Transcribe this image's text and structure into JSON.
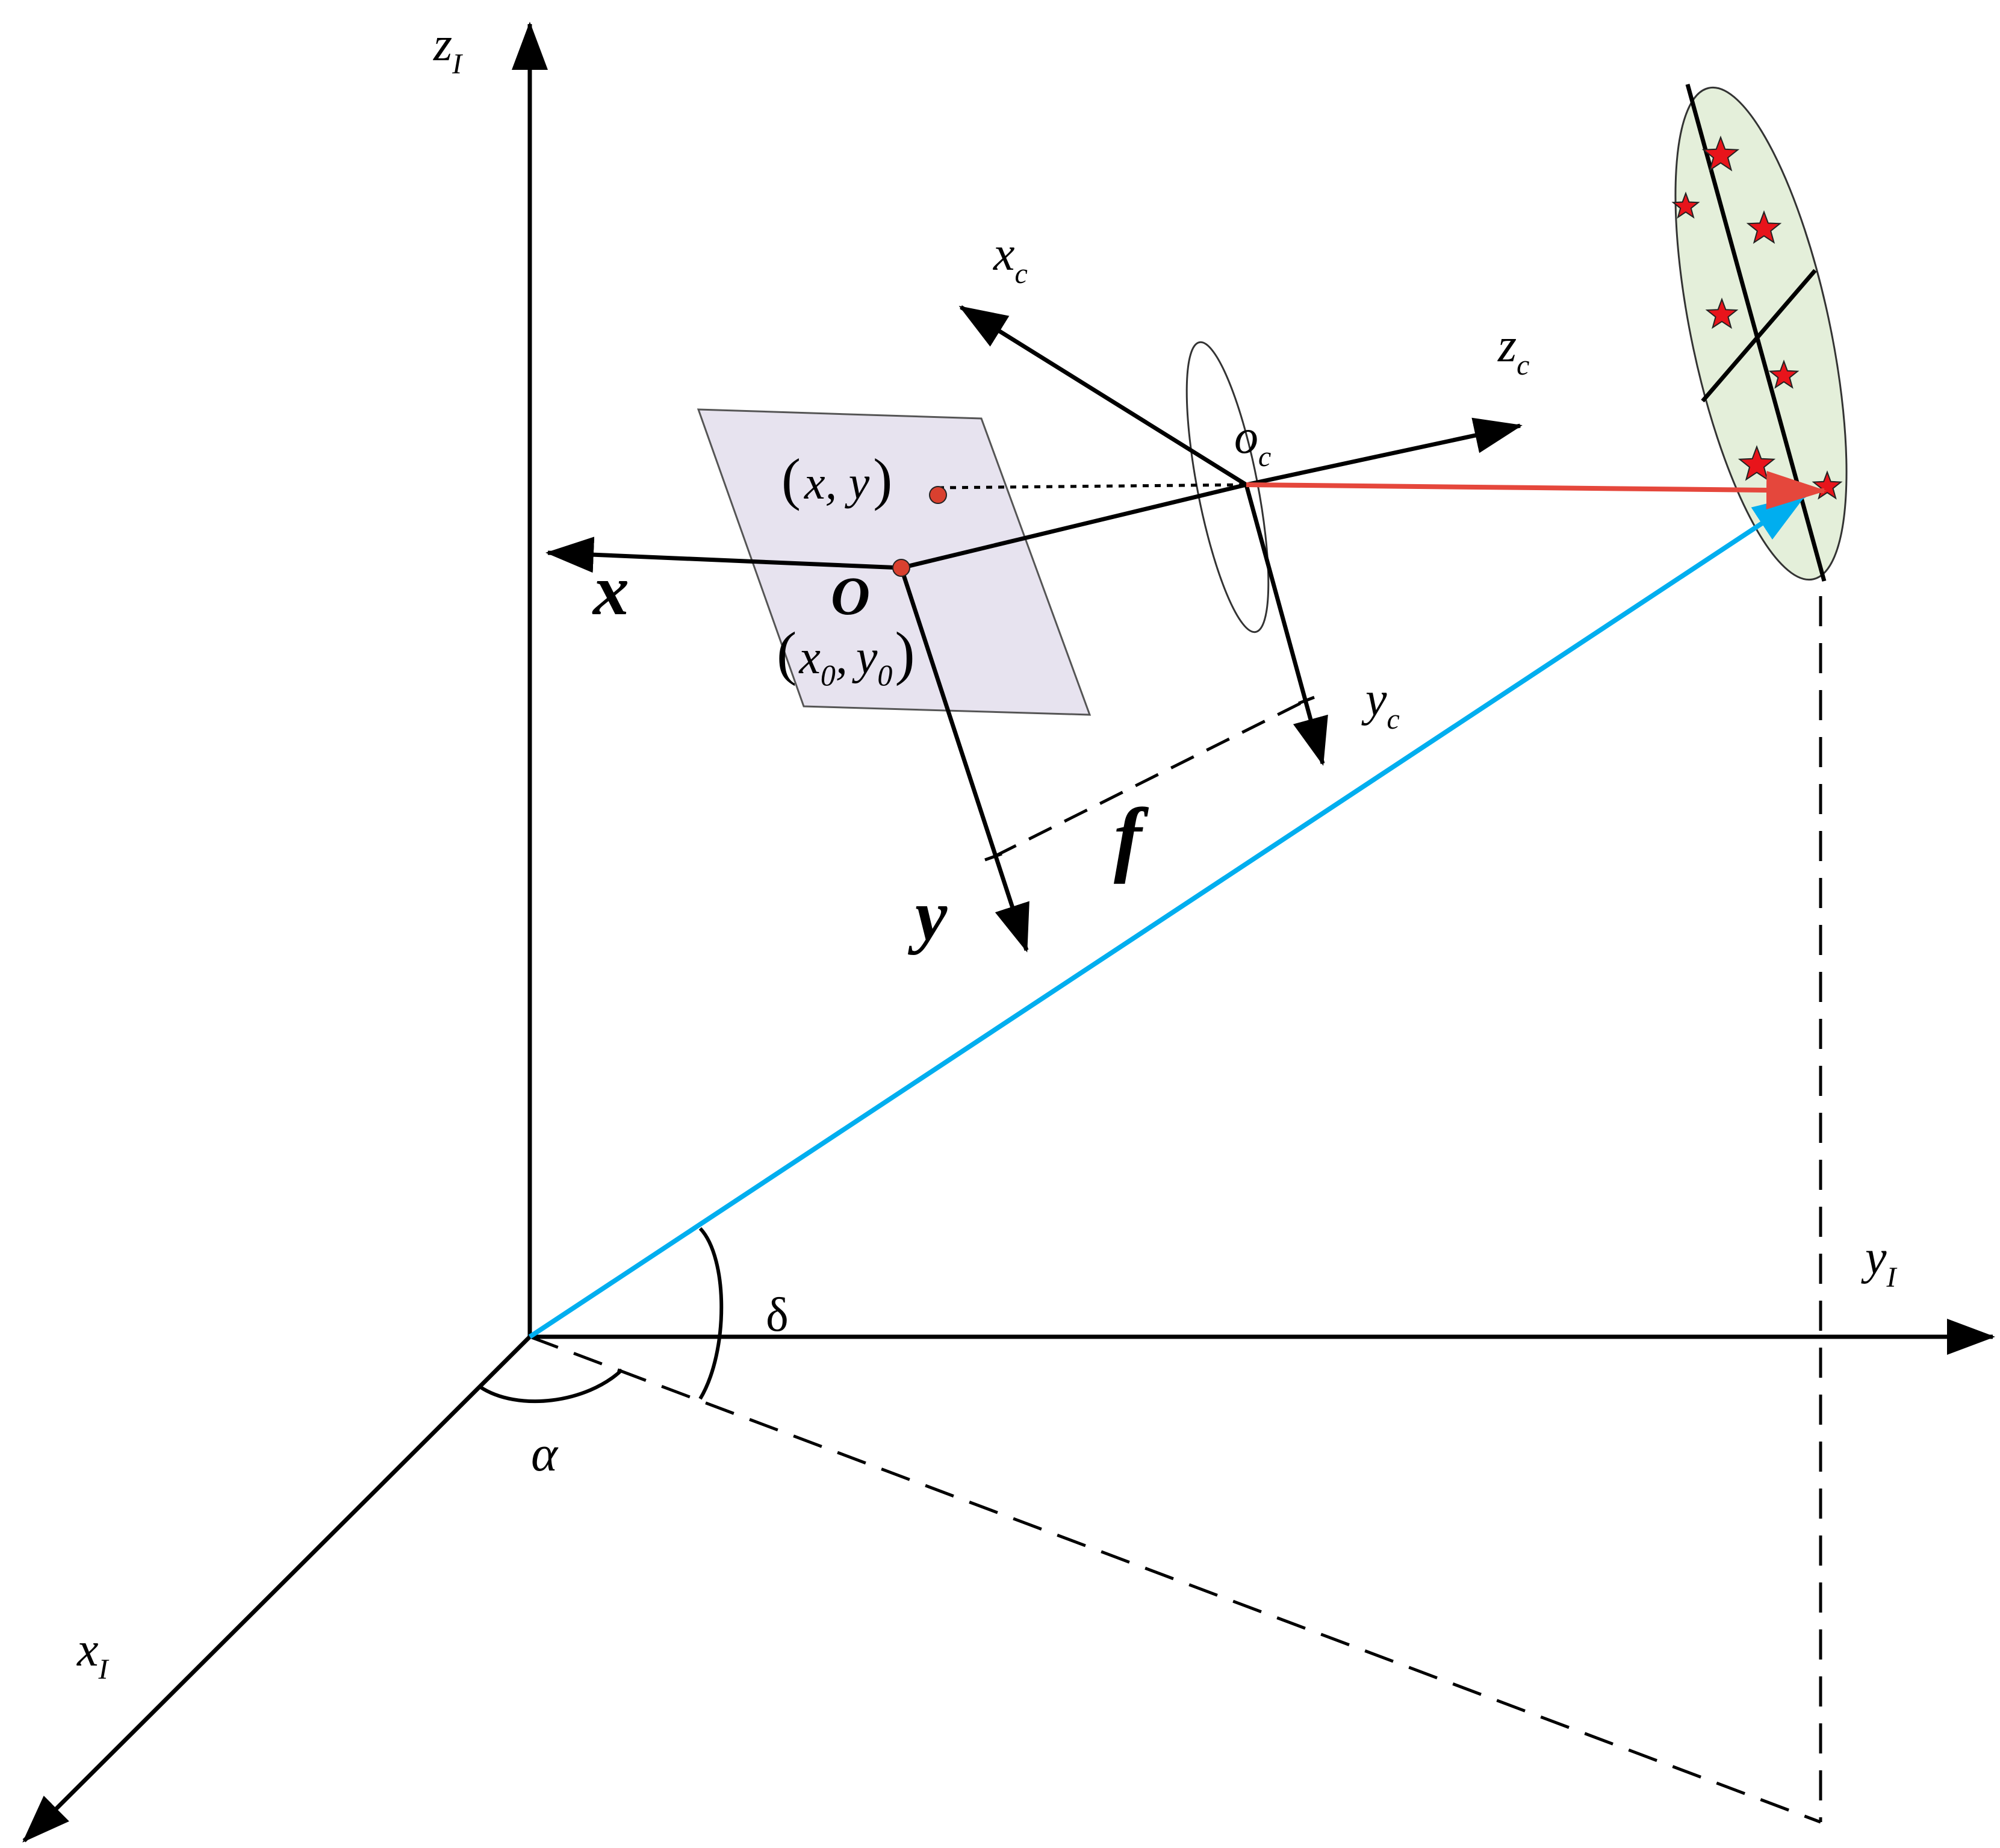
{
  "labels": {
    "z_inertial": {
      "main": "z",
      "sub": "I"
    },
    "y_inertial": {
      "main": "y",
      "sub": "I"
    },
    "x_inertial": {
      "main": "x",
      "sub": "I"
    },
    "x_camera": {
      "main": "x",
      "sub": "c"
    },
    "z_camera": {
      "main": "z",
      "sub": "c"
    },
    "y_camera": {
      "main": "y",
      "sub": "c"
    },
    "camera_origin": {
      "main": "o",
      "sub": "c"
    },
    "image_point": {
      "open": "(",
      "body": "x, y",
      "close": ")"
    },
    "principal_point": {
      "open": "(",
      "x": "x",
      "x_sub": "0",
      "comma": ",",
      "y": "y",
      "y_sub": "0",
      "close": ")"
    },
    "image_origin": "O",
    "image_x_axis": "x",
    "image_y_axis": "y",
    "focal_length": "f",
    "delta": "δ",
    "alpha": "α"
  },
  "colors": {
    "axes": "#000000",
    "image_plane_fill": "#e7e3ef",
    "image_plane_stroke": "#555555",
    "target_ellipse_fill": "#e4efda",
    "position_vector": "#00aeef",
    "line_of_sight": "#e5473c",
    "star_markers": "#e8141b",
    "point_markers": "#d9402f"
  },
  "star_marker_count": 7
}
